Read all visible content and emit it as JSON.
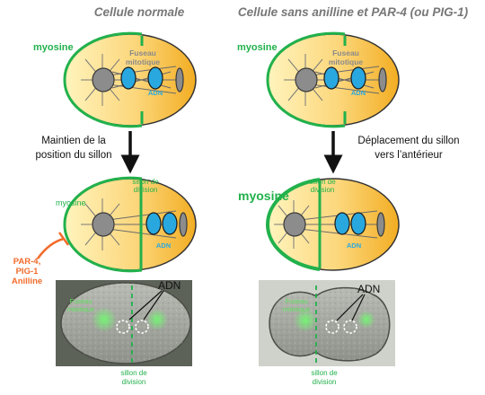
{
  "headers": {
    "left": "Cellule normale",
    "right": "Cellule sans anilline et PAR-4 (ou PIG-1)"
  },
  "labels": {
    "myosine": "myosine",
    "fuseau_line1": "Fuseau",
    "fuseau_line2": "mitotique",
    "adn": "ADN",
    "sillon_line1": "sillon de",
    "sillon_line2": "division",
    "par4": "PAR-4,",
    "pig1": "PIG-1",
    "anilline": "Anilline",
    "fuseau_photo_line1": "Fuseau",
    "fuseau_photo_line2": "mitotique"
  },
  "captions": {
    "left_line1": "Maintien de la",
    "left_line2": "position du sillon",
    "right_line1": "Déplacement du sillon",
    "right_line2": "vers l’antérieur"
  },
  "colors": {
    "green": "#22b14c",
    "cell_fill_light": "#fff2b3",
    "cell_fill_dark": "#f5b52a",
    "dna_blue": "#29a8e0",
    "gray_body": "#8c8c8c",
    "orange_inhibitor": "#f26b2a",
    "header_gray": "#777777"
  }
}
